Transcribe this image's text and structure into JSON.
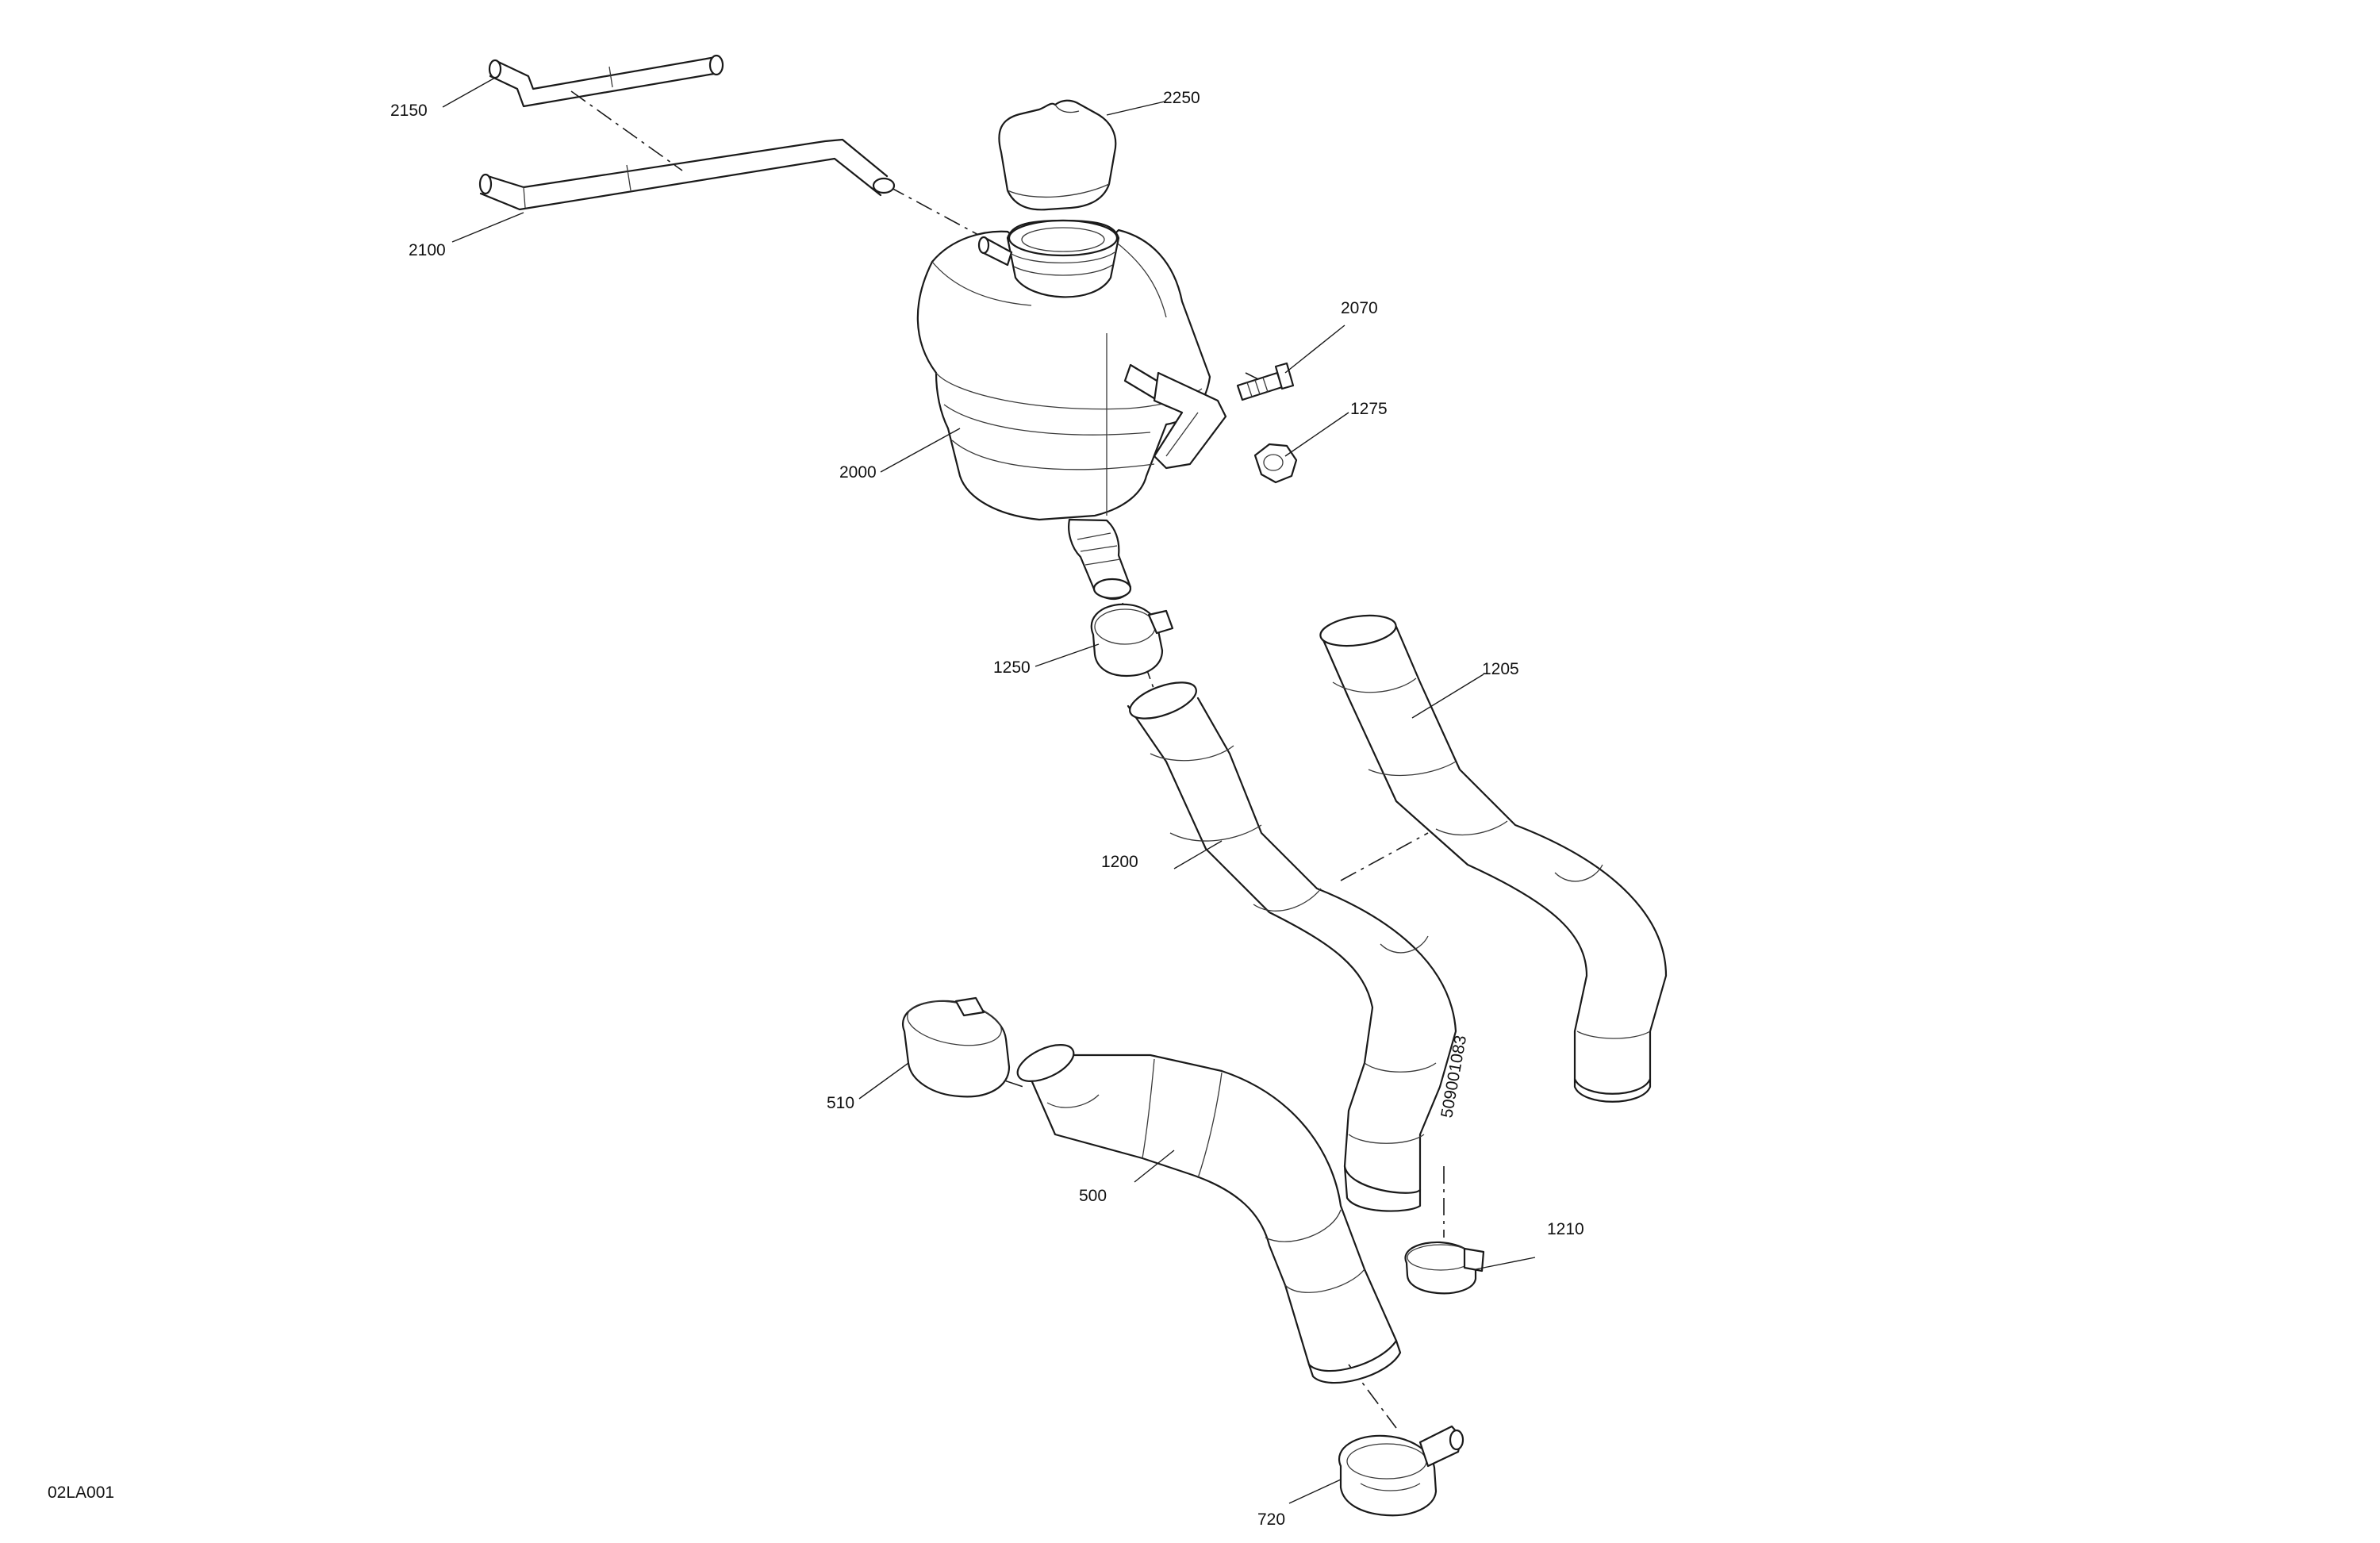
{
  "drawing_code": "02LA001",
  "hose_marking": "509001083",
  "parts": [
    {
      "id": "p2150",
      "number": "2150",
      "name": "Vent hose short"
    },
    {
      "id": "p2100",
      "number": "2100",
      "name": "Vent hose long"
    },
    {
      "id": "p2250",
      "number": "2250",
      "name": "Pressure cap"
    },
    {
      "id": "p2070",
      "number": "2070",
      "name": "Bolt"
    },
    {
      "id": "p1275",
      "number": "1275",
      "name": "Nut"
    },
    {
      "id": "p2000",
      "number": "2000",
      "name": "Expansion tank"
    },
    {
      "id": "p1250",
      "number": "1250",
      "name": "Clamp"
    },
    {
      "id": "p1205",
      "number": "1205",
      "name": "Hose"
    },
    {
      "id": "p1200",
      "number": "1200",
      "name": "Hose"
    },
    {
      "id": "p510",
      "number": "510",
      "name": "Clamp"
    },
    {
      "id": "p500",
      "number": "500",
      "name": "Hose"
    },
    {
      "id": "p1210",
      "number": "1210",
      "name": "Clamp"
    },
    {
      "id": "p720",
      "number": "720",
      "name": "Clamp"
    }
  ],
  "colors": {
    "line": "#1a1a1a",
    "background": "#ffffff"
  }
}
